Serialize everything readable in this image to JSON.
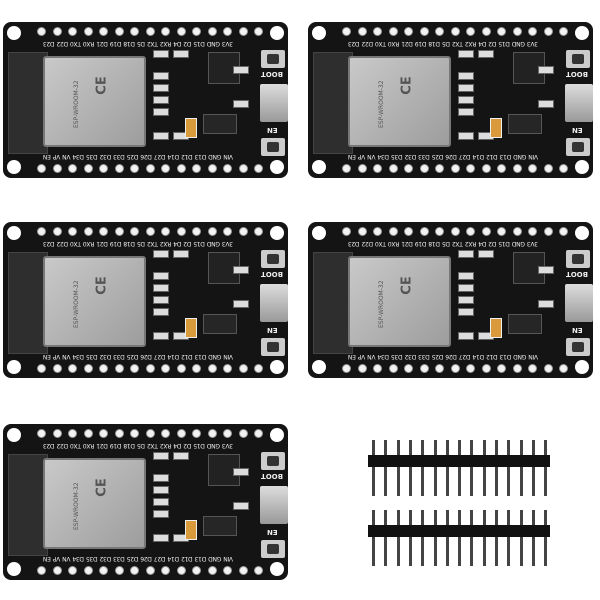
{
  "boards": {
    "count": 5,
    "module_label": "ESP-WROOM-32",
    "top_pins": [
      "D23",
      "D22",
      "TX0",
      "RX0",
      "D21",
      "D19",
      "D18",
      "D5",
      "TX2",
      "RX2",
      "D4",
      "D2",
      "D15",
      "GND",
      "3V3"
    ],
    "bottom_pins": [
      "EN",
      "VP",
      "VN",
      "D34",
      "D35",
      "D32",
      "D33",
      "D25",
      "D26",
      "D27",
      "D14",
      "D12",
      "D13",
      "GND",
      "VIN"
    ],
    "button_boot": "BOOT",
    "button_en": "EN",
    "colors": {
      "pcb": "#141414",
      "module": "#b5b5b5"
    }
  },
  "headers": {
    "count": 2,
    "pins_per_strip": 15
  }
}
